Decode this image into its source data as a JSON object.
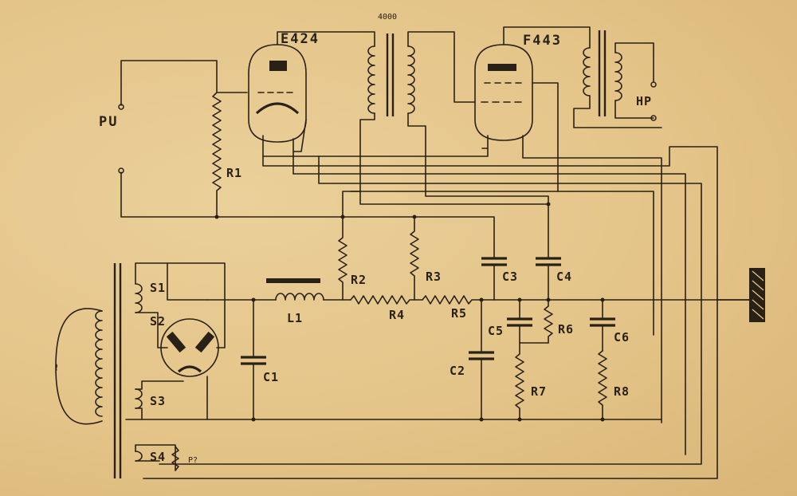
{
  "tubes": {
    "v1": "E424",
    "v2": "F443",
    "rectifier": ""
  },
  "transformer_note": "4000",
  "terminals": {
    "pickup": "PU",
    "speaker": "HP",
    "mains": "~"
  },
  "resistors": [
    "R1",
    "R2",
    "R3",
    "R4",
    "R5",
    "R6",
    "R7",
    "R8"
  ],
  "capacitors": [
    "C1",
    "C2",
    "C3",
    "C4",
    "C5",
    "C6"
  ],
  "inductor": "L1",
  "windings": [
    "S1",
    "S2",
    "S3",
    "S4"
  ],
  "potentiometer": "P?"
}
